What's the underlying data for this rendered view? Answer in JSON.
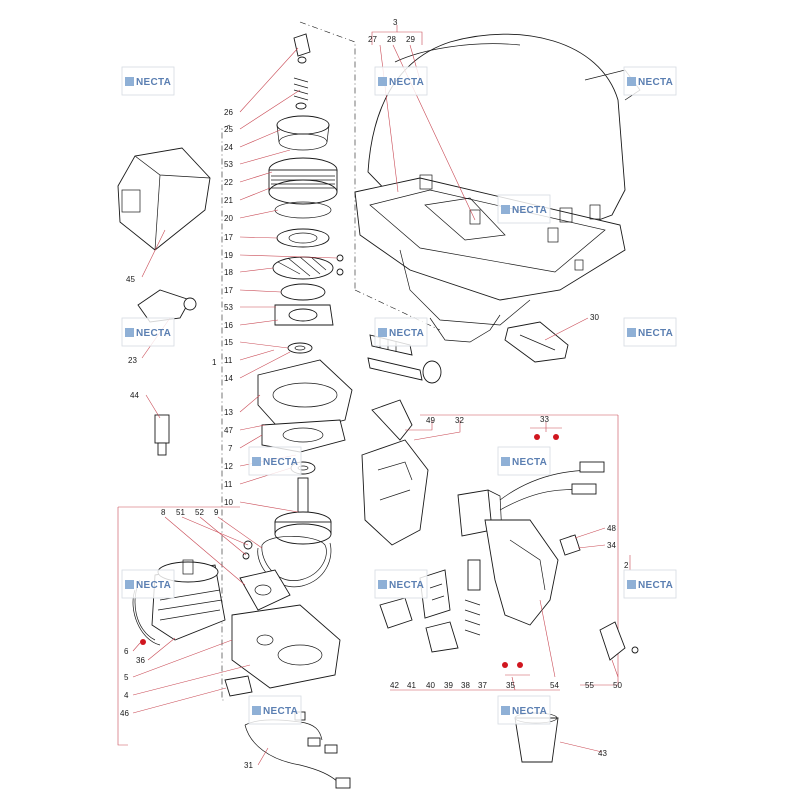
{
  "watermark": {
    "text": "NECTA",
    "color": "#5b7fb2"
  },
  "colors": {
    "leader": "#c94a55",
    "line": "#1a1a1a",
    "dot": "#d0161f"
  },
  "labels": {
    "l3": "3",
    "l27": "27",
    "l28": "28",
    "l29": "29",
    "l30": "30",
    "l26": "26",
    "l25": "25",
    "l24": "24",
    "l53a": "53",
    "l22": "22",
    "l21": "21",
    "l20": "20",
    "l17a": "17",
    "l19": "19",
    "l18": "18",
    "l17b": "17",
    "l53b": "53",
    "l16": "16",
    "l15": "15",
    "l11a": "11",
    "l14": "14",
    "l1": "1",
    "l13": "13",
    "l47": "47",
    "l7": "7",
    "l12": "12",
    "l11b": "11",
    "l10": "10",
    "l45": "45",
    "l23": "23",
    "l44": "44",
    "l8": "8",
    "l51": "51",
    "l52": "52",
    "l9": "9",
    "l6": "6",
    "l36": "36",
    "l5": "5",
    "l4": "4",
    "l46": "46",
    "l31": "31",
    "l49": "49",
    "l32": "32",
    "l33": "33",
    "l48": "48",
    "l34": "34",
    "l2": "2",
    "l42": "42",
    "l41": "41",
    "l40": "40",
    "l39": "39",
    "l38": "38",
    "l37": "37",
    "l35": "35",
    "l54": "54",
    "l55": "55",
    "l50": "50",
    "l43": "43"
  }
}
